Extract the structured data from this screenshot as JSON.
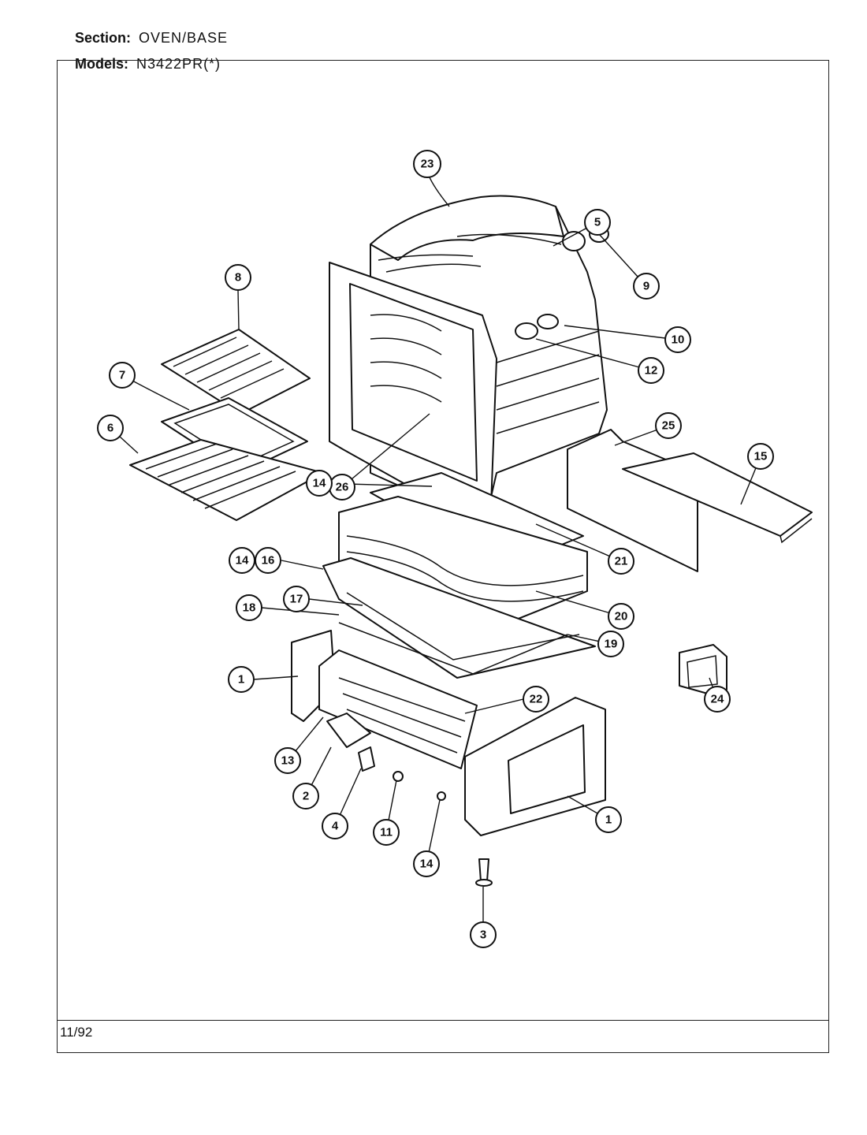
{
  "header": {
    "section_label": "Section:",
    "section_value": "OVEN/BASE",
    "models_label": "Models:",
    "models_value": "N3422PR(*)"
  },
  "footer": {
    "date": "11/92"
  },
  "callouts": [
    {
      "id": "c23",
      "label": "23"
    },
    {
      "id": "c5",
      "label": "5"
    },
    {
      "id": "c9",
      "label": "9"
    },
    {
      "id": "c10",
      "label": "10"
    },
    {
      "id": "c12",
      "label": "12"
    },
    {
      "id": "c8",
      "label": "8"
    },
    {
      "id": "c7",
      "label": "7"
    },
    {
      "id": "c6",
      "label": "6"
    },
    {
      "id": "c25",
      "label": "25"
    },
    {
      "id": "c15",
      "label": "15"
    },
    {
      "id": "c26",
      "label": "26"
    },
    {
      "id": "c14a",
      "label": "14"
    },
    {
      "id": "c21",
      "label": "21"
    },
    {
      "id": "c14b",
      "label": "14"
    },
    {
      "id": "c16",
      "label": "16"
    },
    {
      "id": "c20",
      "label": "20"
    },
    {
      "id": "c17",
      "label": "17"
    },
    {
      "id": "c18",
      "label": "18"
    },
    {
      "id": "c19",
      "label": "19"
    },
    {
      "id": "c1a",
      "label": "1"
    },
    {
      "id": "c22",
      "label": "22"
    },
    {
      "id": "c24",
      "label": "24"
    },
    {
      "id": "c13",
      "label": "13"
    },
    {
      "id": "c2",
      "label": "2"
    },
    {
      "id": "c4",
      "label": "4"
    },
    {
      "id": "c11",
      "label": "11"
    },
    {
      "id": "c1b",
      "label": "1"
    },
    {
      "id": "c14c",
      "label": "14"
    },
    {
      "id": "c3",
      "label": "3"
    }
  ]
}
